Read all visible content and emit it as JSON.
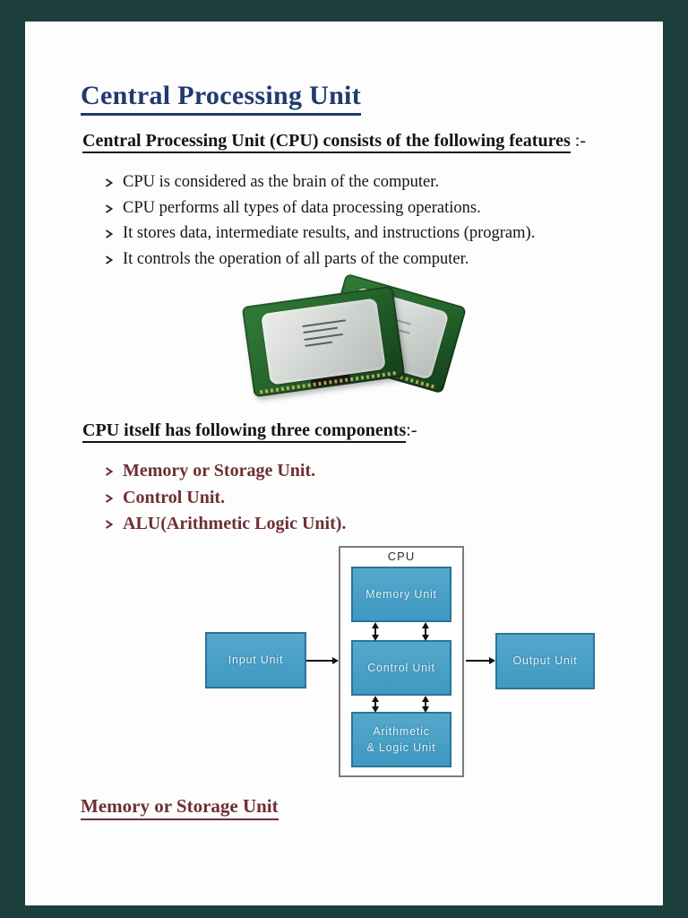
{
  "document": {
    "title": "Central Processing Unit",
    "intro_heading": {
      "text": "Central Processing Unit (CPU) consists of the following features",
      "suffix": " :-"
    },
    "features": [
      "CPU is considered as the brain of the computer.",
      "CPU performs all types of data processing operations.",
      "It stores data, intermediate results, and instructions (program).",
      "It controls the operation of all parts of the computer."
    ],
    "components_heading": {
      "text": "CPU itself has following three components",
      "suffix": ":-"
    },
    "components": [
      "Memory or Storage Unit.",
      "Control Unit.",
      "ALU(Arithmetic Logic Unit)."
    ],
    "footer_heading": "Memory or Storage Unit"
  },
  "diagram": {
    "frame_label": "CPU",
    "input_box": "Input Unit",
    "memory_box": "Memory Unit",
    "control_box": "Control Unit",
    "alu_box_line1": "Arithmetic",
    "alu_box_line2": "& Logic Unit",
    "output_box": "Output Unit"
  },
  "colors": {
    "frame_background": "#1c3e3d",
    "title_navy": "#1f3a6e",
    "heading_black": "#141414",
    "accent_maroon": "#6e2f32",
    "diagram_box_fill": "#47a0c7",
    "diagram_box_border": "#2b7599",
    "diagram_frame_border": "#7c7c7c"
  }
}
